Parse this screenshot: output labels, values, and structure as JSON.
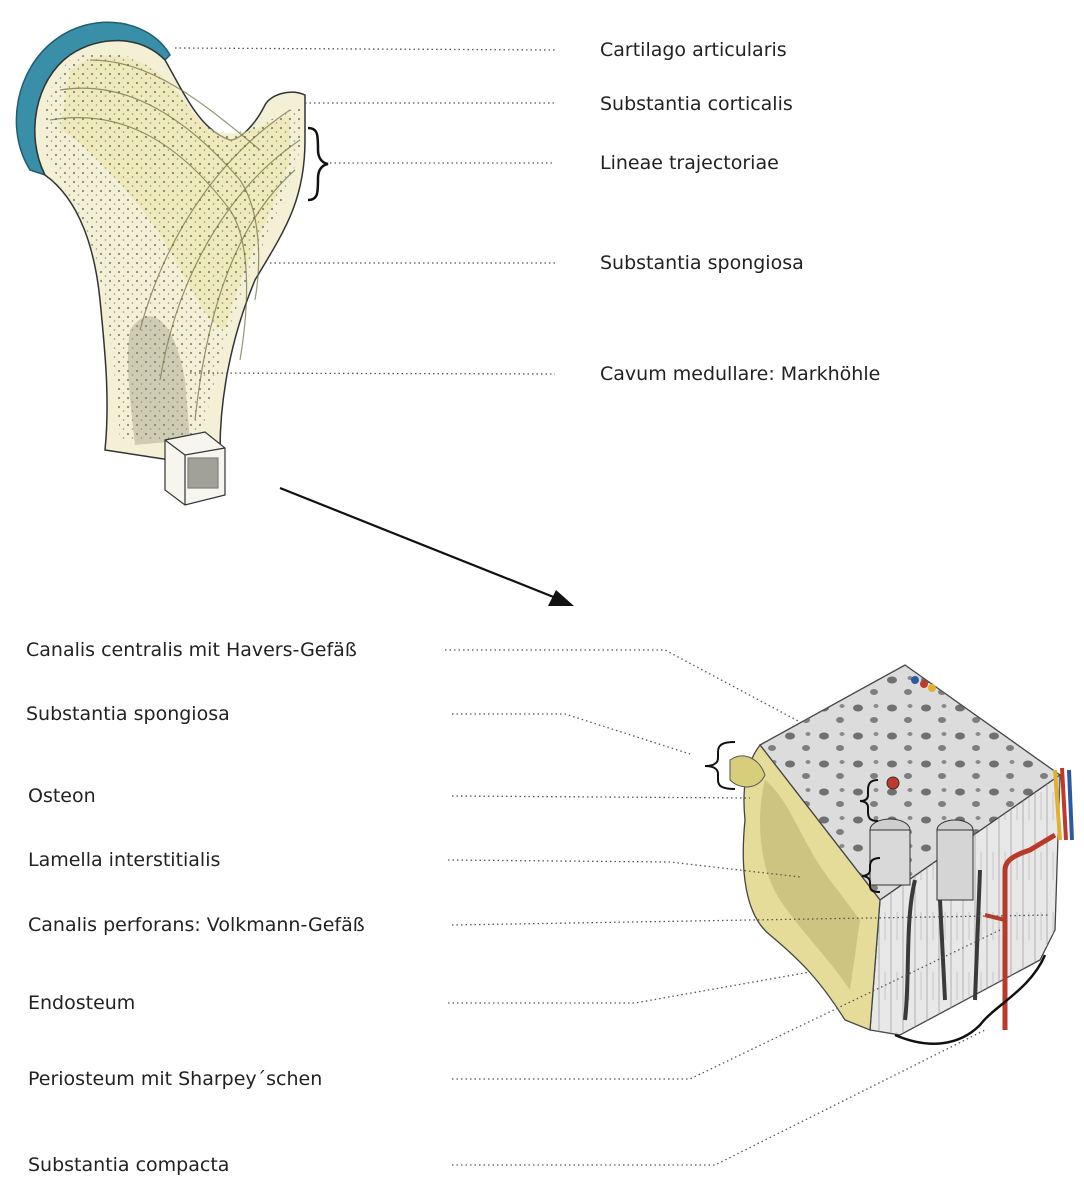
{
  "top_labels": [
    "Cartilago articularis",
    "Substantia corticalis",
    "Lineae trajectoriae",
    "Substantia spongiosa",
    "Cavum medullare: Markhöhle"
  ],
  "bottom_labels": [
    "Canalis centralis mit Havers-Gefäß",
    "Substantia spongiosa",
    "Osteon",
    "Lamella interstitialis",
    "Canalis perforans: Volkmann-Gefäß",
    "Endosteum",
    "Periosteum mit Sharpey´schen",
    "Substantia compacta"
  ],
  "colors": {
    "cartilage": "#3a8fa8",
    "bone_fill": "#f3f0d6",
    "bone_spongy_tint": "#eae6a8",
    "cube_top": "#dcdcdc",
    "cube_side": "#e8e8e8",
    "endosteum": "#e6dc9a",
    "artery": "#b83a2a",
    "vein": "#2c5aa0"
  }
}
